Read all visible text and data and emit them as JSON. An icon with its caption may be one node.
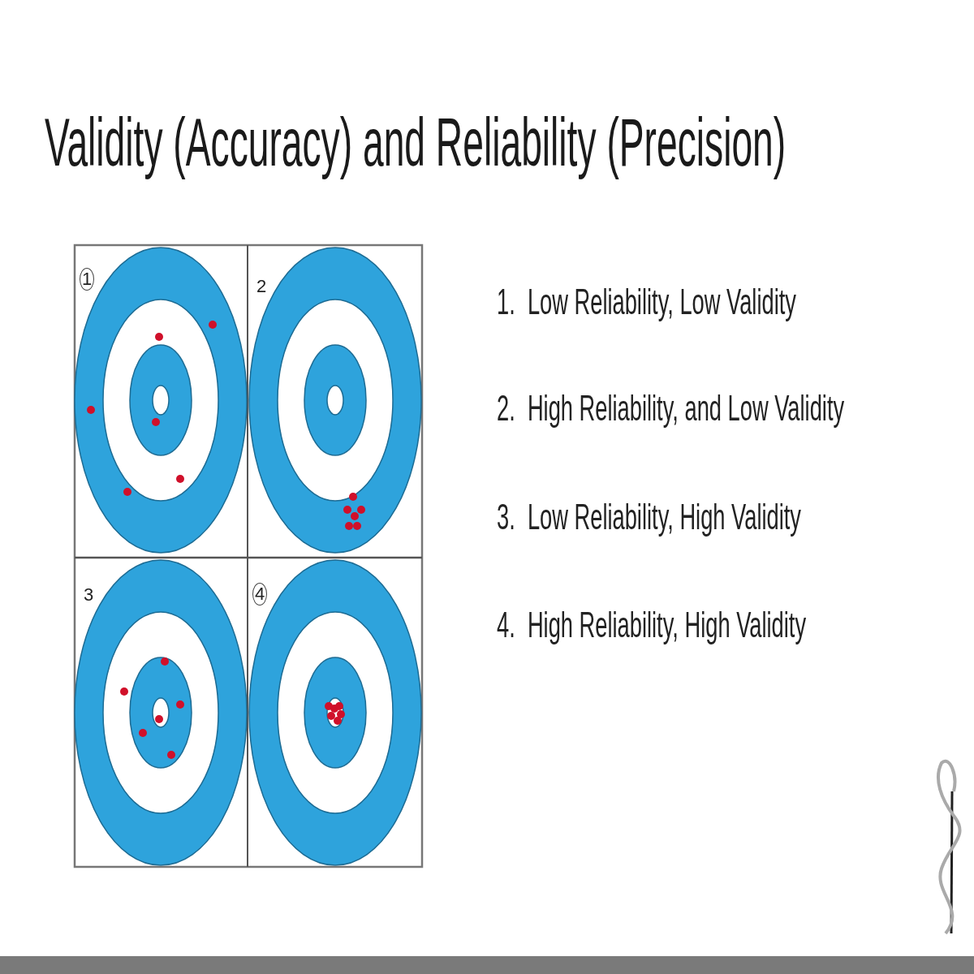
{
  "diagram": {
    "title": "Validity (Accuracy) and Reliability (Precision)",
    "labels": [
      "1",
      "2",
      "3",
      "4",
      "1.  Low Reliability, Low Validity",
      "2.  High Reliability, and Low Validity",
      "3.  Low Reliability, High Validity",
      "4.  High Reliability, High Validity"
    ]
  }
}
